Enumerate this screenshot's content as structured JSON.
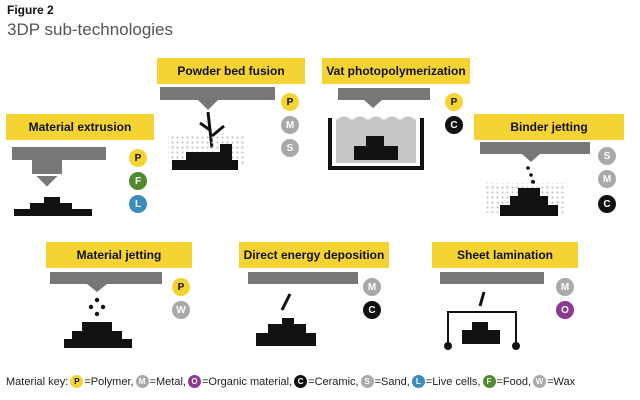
{
  "figure_label": "Figure 2",
  "figure_title": "3DP sub-technologies",
  "colors": {
    "accent": "#f5d332",
    "gray": "#a9a9a9",
    "food": "#4f8a2e",
    "live_cells": "#3c8cbc",
    "ceramic": "#111111",
    "organic": "#8b3a8f"
  },
  "technologies": {
    "material_extrusion": {
      "label": "Material extrusion",
      "materials": [
        "P",
        "F",
        "L"
      ]
    },
    "powder_bed_fusion": {
      "label": "Powder bed fusion",
      "materials": [
        "P",
        "M",
        "S"
      ]
    },
    "vat_photopolymerization": {
      "label": "Vat photopolymerization",
      "materials": [
        "P",
        "C"
      ]
    },
    "binder_jetting": {
      "label": "Binder jetting",
      "materials": [
        "S",
        "M",
        "C"
      ]
    },
    "material_jetting": {
      "label": "Material jetting",
      "materials": [
        "P",
        "W"
      ]
    },
    "direct_energy_deposition": {
      "label": "Direct energy deposition",
      "materials": [
        "M",
        "C"
      ]
    },
    "sheet_lamination": {
      "label": "Sheet lamination",
      "materials": [
        "M",
        "O"
      ]
    }
  },
  "legend": {
    "prefix": "Material key:",
    "items": [
      {
        "code": "P",
        "text": "=Polymer,"
      },
      {
        "code": "M",
        "text": "=Metal,"
      },
      {
        "code": "O",
        "text": "=Organic material,"
      },
      {
        "code": "C",
        "text": "=Ceramic,"
      },
      {
        "code": "S",
        "text": "=Sand,"
      },
      {
        "code": "L",
        "text": "=Live cells,"
      },
      {
        "code": "F",
        "text": "=Food,"
      },
      {
        "code": "W",
        "text": "=Wax"
      }
    ]
  }
}
